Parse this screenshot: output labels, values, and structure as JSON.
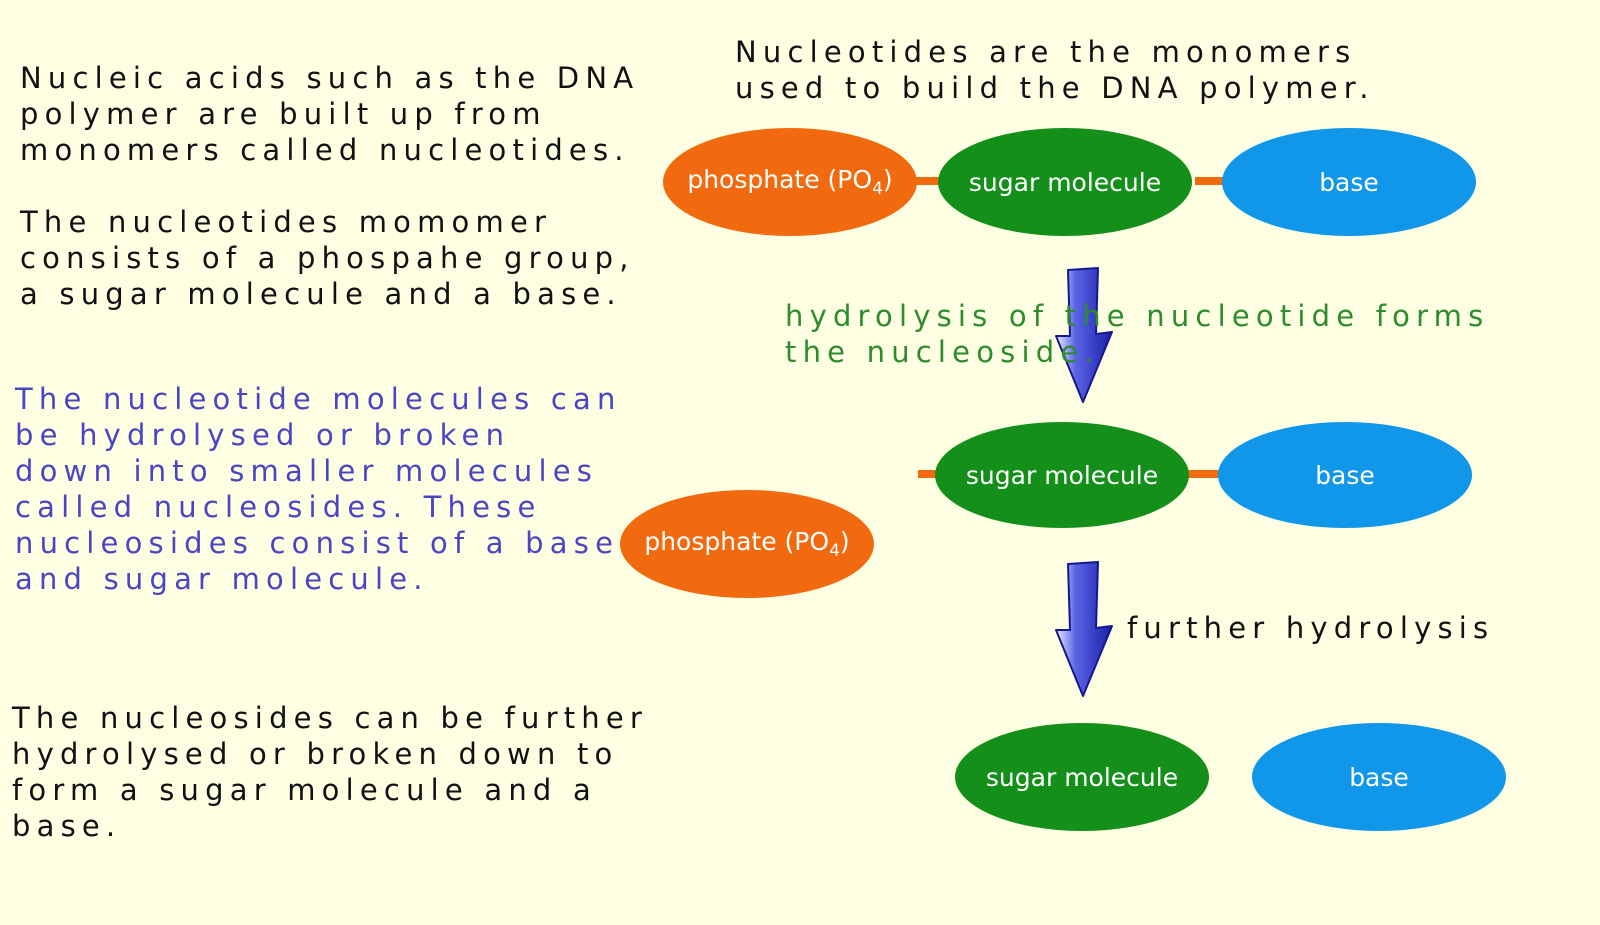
{
  "colors": {
    "background": "#fefee3",
    "phosphate": "#f26a0f",
    "sugar": "#148f1a",
    "base": "#1197ea",
    "blue_text": "#4b45c4",
    "green_text": "#2e8b2e",
    "arrow": "#2a2ecf"
  },
  "left_text": {
    "intro": "Nucleic acids such as the DNA\npolymer are built up from\nmonomers called nucleotides.",
    "monomer": "The nucleotides momomer\nconsists of a phospahe group,\na sugar molecule and a base.",
    "hydrolysis": "The nucleotide molecules can\nbe hydrolysed or broken\ndown into smaller molecules\ncalled nucleosides.  These\nnucleosides consist of a base\nand sugar molecule.",
    "further": "The nucleosides can be further\nhydrolysed or broken down to\nform a sugar molecule and a\nbase."
  },
  "diagram": {
    "caption": "Nucleotides are the monomers\nused to build the DNA polymer.",
    "step1_label": "hydrolysis of the nucleotide forms\nthe nucleoside.",
    "step2_label": "further hydrolysis",
    "nucleotide": {
      "phosphate": "phosphate (PO",
      "phosphate_sub": "4",
      "phosphate_close": ")",
      "sugar": "sugar molecule",
      "base": "base"
    },
    "nucleoside": {
      "phosphate": "phosphate (PO",
      "phosphate_sub": "4",
      "phosphate_close": ")",
      "sugar": "sugar molecule",
      "base": "base"
    },
    "products": {
      "sugar": "sugar molecule",
      "base": "base"
    }
  }
}
